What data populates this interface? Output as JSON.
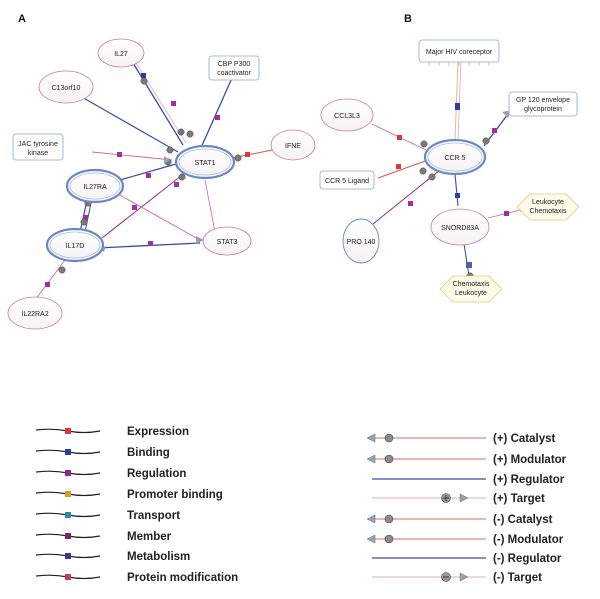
{
  "panels": {
    "a": {
      "letter": "A"
    },
    "b": {
      "letter": "B"
    }
  },
  "nodes": {
    "il27": "IL27",
    "cbp": [
      "CBP P300",
      "coactivator"
    ],
    "c13orf10": "C13orf10",
    "jac": [
      "JAC tyrosine",
      "kinase"
    ],
    "stat1": "STAT1",
    "ifne": "IFNE",
    "il27ra": "IL27RA",
    "il17d": "IL17D",
    "stat3": "STAT3",
    "il22ra2": "IL22RA2",
    "hiv": "Major HIV coreceptor",
    "ccl3l3": "CCL3L3",
    "gp120": [
      "GP 120 envelope",
      "glycoprotein"
    ],
    "ccr5": "CCR 5",
    "ccr5lig": "CCR 5 Ligand",
    "snord83a": "SNORD83A",
    "lc": [
      "Leukocyte",
      "Chemotaxis"
    ],
    "pro140": "PRO 140",
    "cl": [
      "Chemotaxis",
      "Leukocyte"
    ]
  },
  "legend_left": [
    {
      "label": "Expression",
      "color": "#d63a3a"
    },
    {
      "label": "Binding",
      "color": "#2e3d9e"
    },
    {
      "label": "Regulation",
      "color": "#8e2a8e"
    },
    {
      "label": "Promoter binding",
      "color": "#d89a2a"
    },
    {
      "label": "Transport",
      "color": "#2a8ea8"
    },
    {
      "label": "Member",
      "color": "#7a2a5a"
    },
    {
      "label": "Metabolism",
      "color": "#3a3a8e"
    },
    {
      "label": "Protein modification",
      "color": "#c03a6a"
    }
  ],
  "legend_right": [
    "(+) Catalyst",
    "(+) Modulator",
    "(+) Regulator",
    "(+) Target",
    "(-) Catalyst",
    "(-) Modulator",
    "(-) Regulator",
    "(-) Target"
  ]
}
